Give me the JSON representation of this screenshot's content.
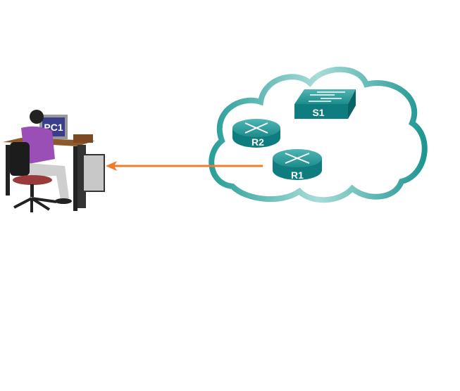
{
  "devices": {
    "pc": {
      "label": "PC1"
    },
    "router1": {
      "label": "R1"
    },
    "router2": {
      "label": "R2"
    },
    "switch1": {
      "label": "S1"
    }
  },
  "colors": {
    "cloud": "#3aa9a4",
    "device": "#0f7d80",
    "link": "#ee7d2c"
  }
}
